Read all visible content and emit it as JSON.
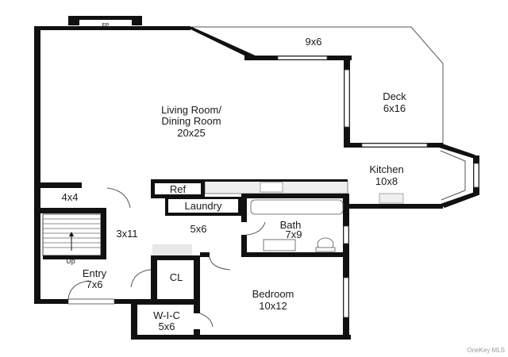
{
  "fireplace_label": "FP",
  "rooms": [
    {
      "id": "deck-top",
      "name": "9x6"
    },
    {
      "id": "deck",
      "name": "Deck",
      "dims": "6x16"
    },
    {
      "id": "living",
      "name": "Living Room/",
      "name2": "Dining Room",
      "dims": "20x25"
    },
    {
      "id": "kitchen",
      "name": "Kitchen",
      "dims": "10x8"
    },
    {
      "id": "ref",
      "name": "Ref"
    },
    {
      "id": "laundry",
      "name": "Laundry"
    },
    {
      "id": "closet-4x4",
      "name": "4x4"
    },
    {
      "id": "hall",
      "name": "3x11"
    },
    {
      "id": "hall2",
      "name": "5x6"
    },
    {
      "id": "bath",
      "name": "Bath",
      "dims": "7x9"
    },
    {
      "id": "stairs",
      "name": "Up"
    },
    {
      "id": "entry",
      "name": "Entry",
      "dims": "7x6"
    },
    {
      "id": "cl",
      "name": "CL"
    },
    {
      "id": "bedroom",
      "name": "Bedroom",
      "dims": "10x12"
    },
    {
      "id": "wic",
      "name": "W-I-C",
      "dims": "5x6"
    }
  ],
  "watermark": "OneKey MLS"
}
